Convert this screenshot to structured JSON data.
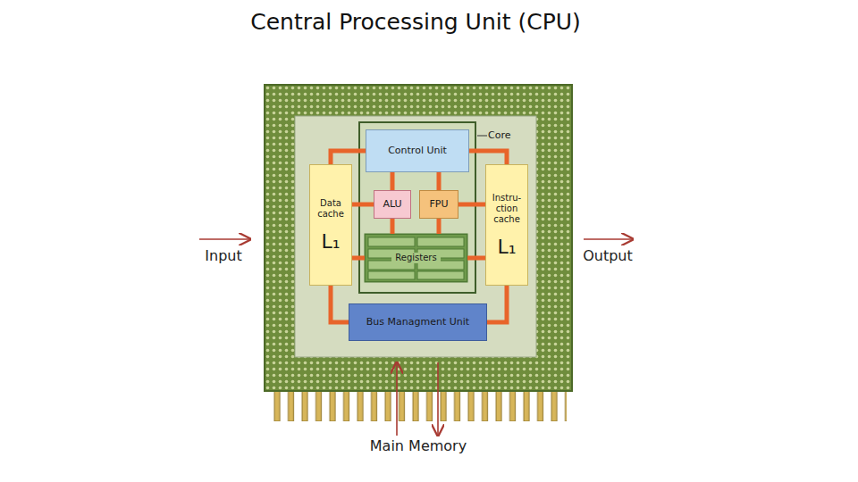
{
  "diagram": {
    "title": "Central Processing Unit (CPU)",
    "nodes": [
      {
        "text": [
          "Core"
        ]
      },
      {
        "text": [
          "Control Unit"
        ],
        "in": 0
      },
      {
        "text": [
          "ALU"
        ],
        "in": 0
      },
      {
        "text": [
          "FPU"
        ],
        "in": 0
      },
      {
        "text": [
          "Registers"
        ],
        "in": 0
      },
      {
        "text": [
          "Data cache",
          "L₁"
        ]
      },
      {
        "text": [
          "Instru- ction cache",
          "L₁"
        ]
      },
      {
        "text": [
          "Bus Managment Unit"
        ]
      }
    ],
    "edges": [
      {
        "from": 1,
        "to": 5,
        "arrow": "none"
      },
      {
        "from": 1,
        "to": 6,
        "arrow": "none"
      },
      {
        "from": 1,
        "to": 2,
        "arrow": "none"
      },
      {
        "from": 1,
        "to": 3,
        "arrow": "none"
      },
      {
        "from": 2,
        "to": 5,
        "arrow": "none"
      },
      {
        "from": 3,
        "to": 6,
        "arrow": "none"
      },
      {
        "from": 2,
        "to": 4,
        "arrow": "none"
      },
      {
        "from": 3,
        "to": 4,
        "arrow": "none"
      },
      {
        "from": 4,
        "to": 5,
        "arrow": "none"
      },
      {
        "from": 4,
        "to": 6,
        "arrow": "none"
      },
      {
        "from": 5,
        "to": 7,
        "arrow": "none"
      },
      {
        "from": 6,
        "to": 7,
        "arrow": "none"
      }
    ],
    "labels": [
      "Input",
      "Output",
      "Main Memory"
    ]
  }
}
